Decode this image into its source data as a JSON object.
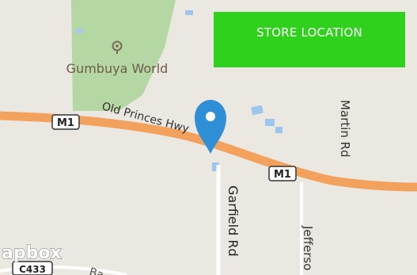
{
  "map": {
    "poi_name": "Gumbuya World",
    "highway_shield": "M1",
    "road_names": {
      "old_princes_hwy": "Old Princes Hwy",
      "martin_rd": "Martin Rd",
      "garfield_rd": "Garfield Rd",
      "jefferson": "Jefferso",
      "bottom_partial": "Ba"
    },
    "route_shield_bottom": "C433",
    "attribution": "apbox",
    "colors": {
      "land": "#ebe8e2",
      "park": "#b4d9a4",
      "highway": "#f4a35b",
      "water": "#9cc6ee",
      "pin": "#2f8fd6",
      "button": "#2fd11c"
    }
  },
  "store_button": {
    "label": "STORE LOCATION"
  }
}
